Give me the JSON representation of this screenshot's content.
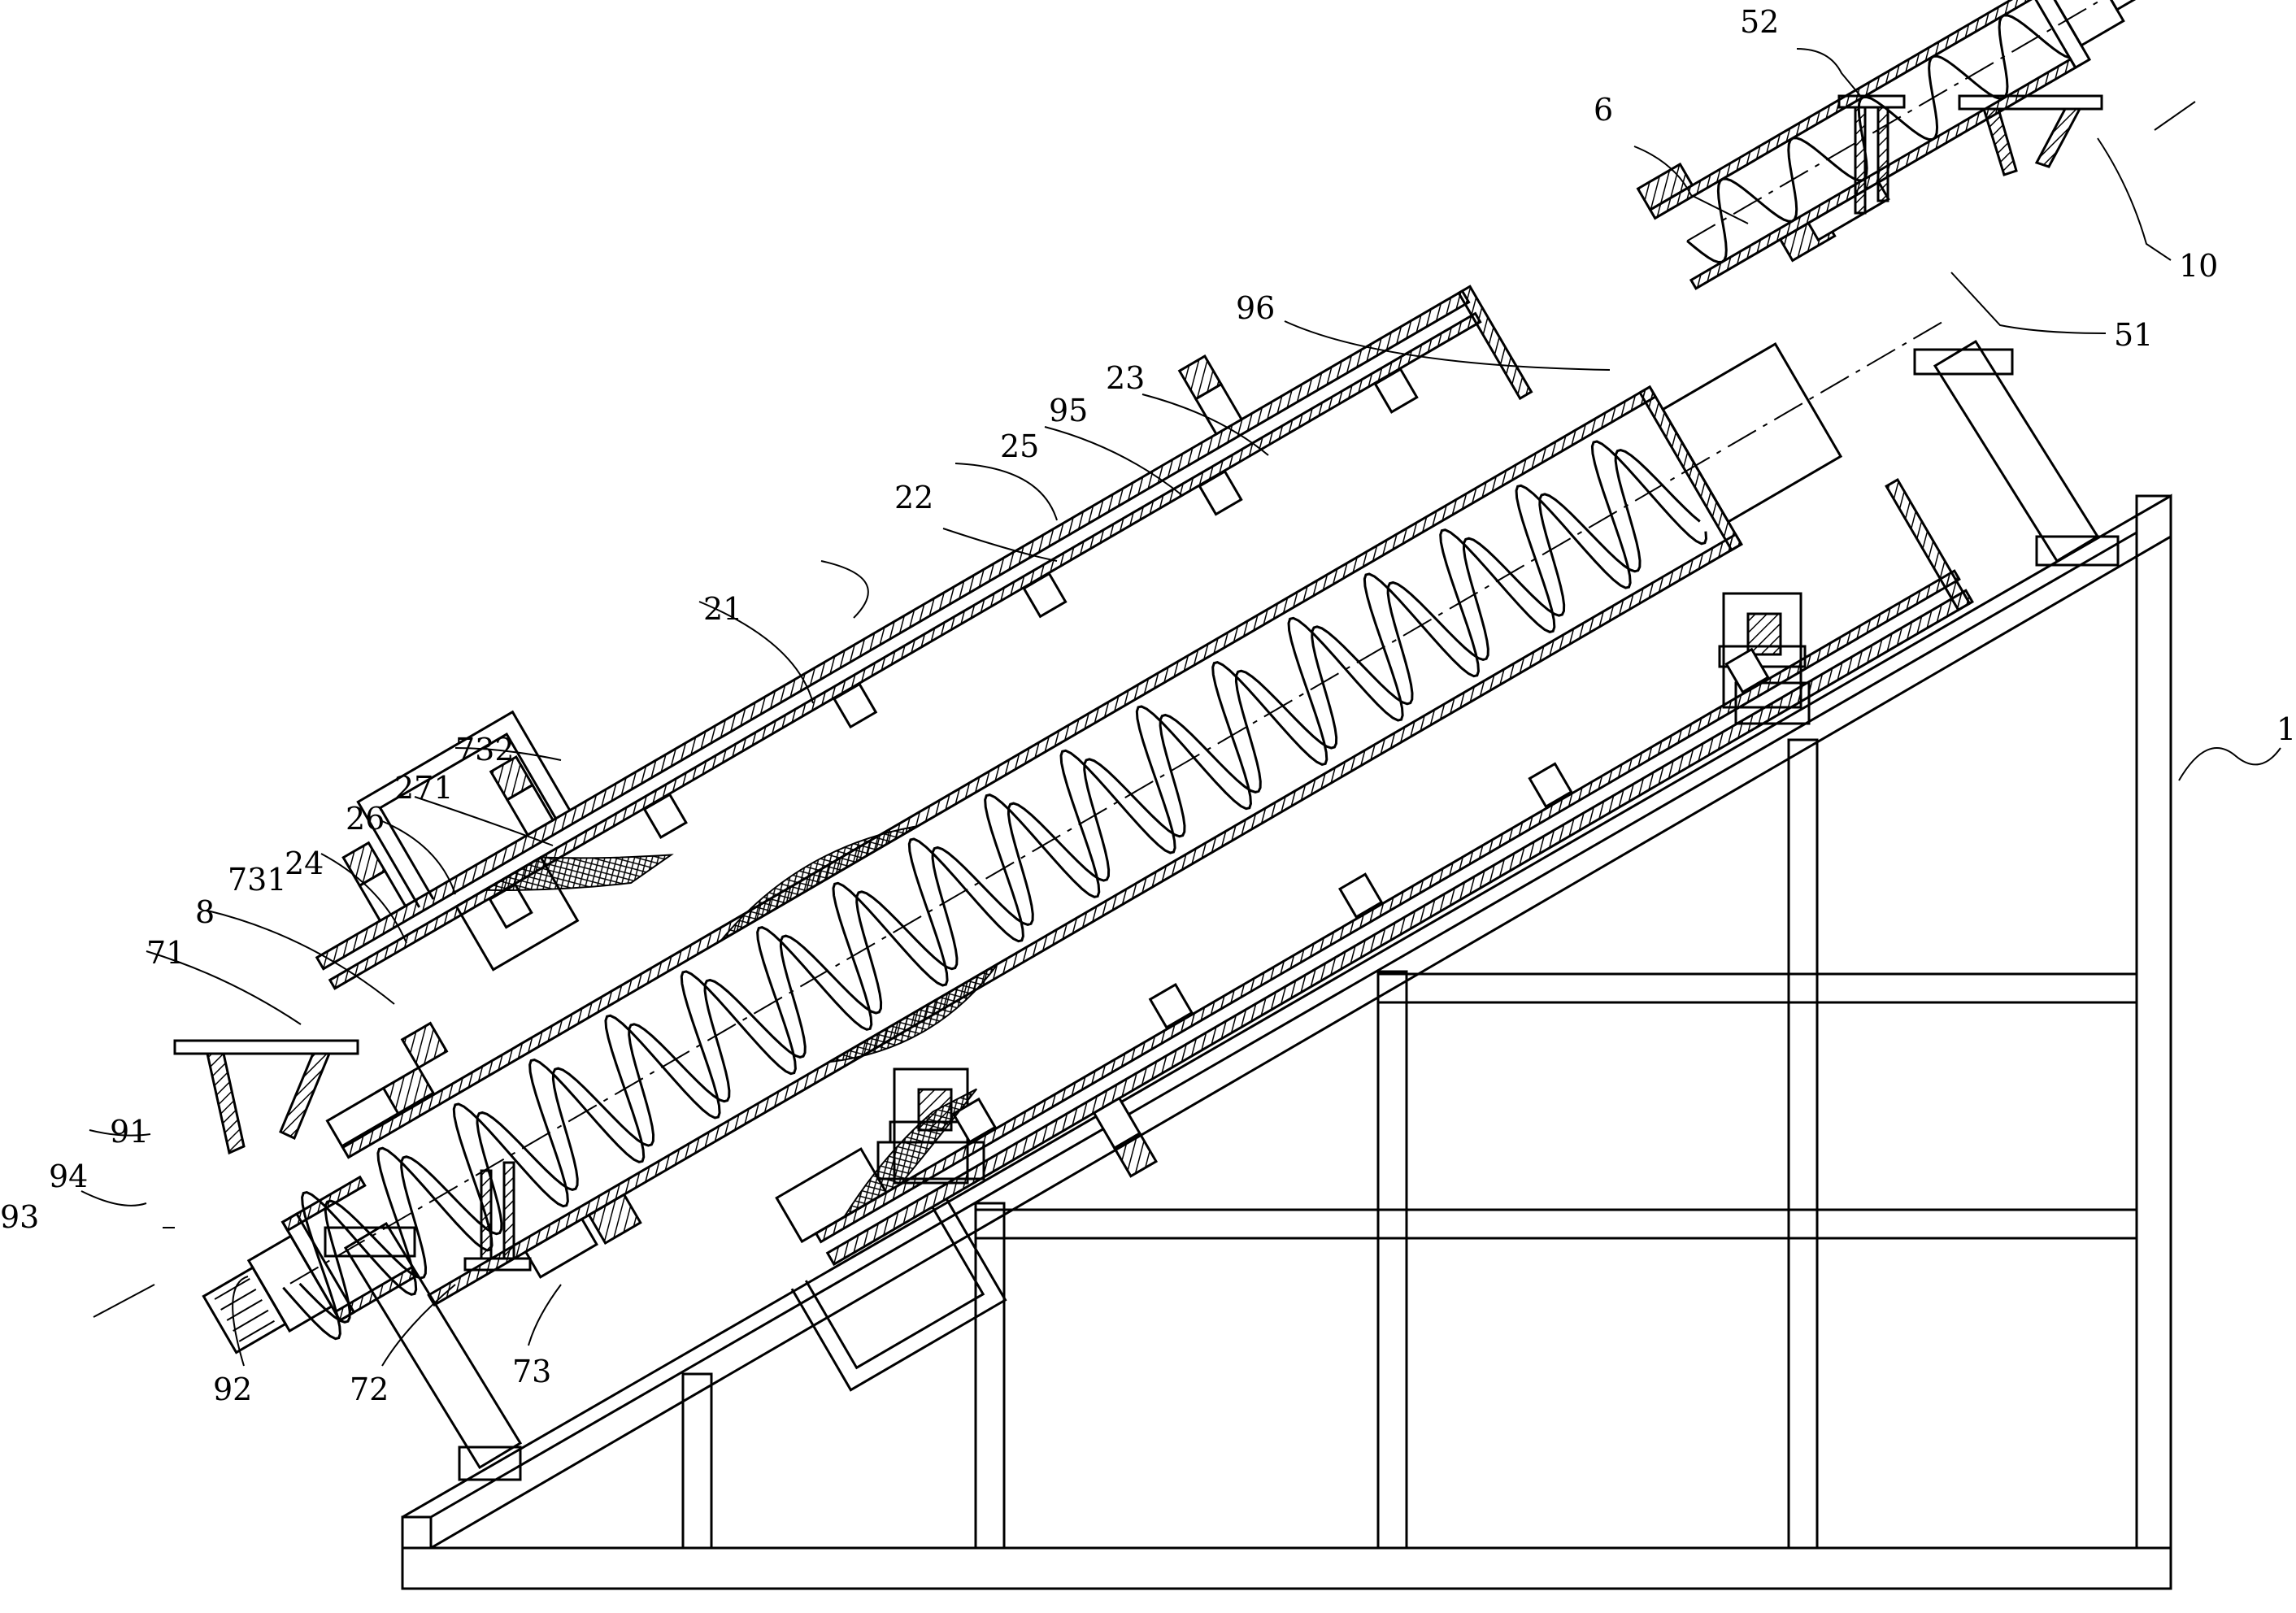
{
  "labels": {
    "l1": "1",
    "l6": "6",
    "l8": "8",
    "l10": "10",
    "l21": "21",
    "l22": "22",
    "l23": "23",
    "l24": "24",
    "l25": "25",
    "l26": "26",
    "l51": "51",
    "l52": "52",
    "l71": "71",
    "l72": "72",
    "l73": "73",
    "l91": "91",
    "l92": "92",
    "l93": "93",
    "l94": "94",
    "l95": "95",
    "l96": "96",
    "l271": "271",
    "l731": "731",
    "l732": "732"
  }
}
